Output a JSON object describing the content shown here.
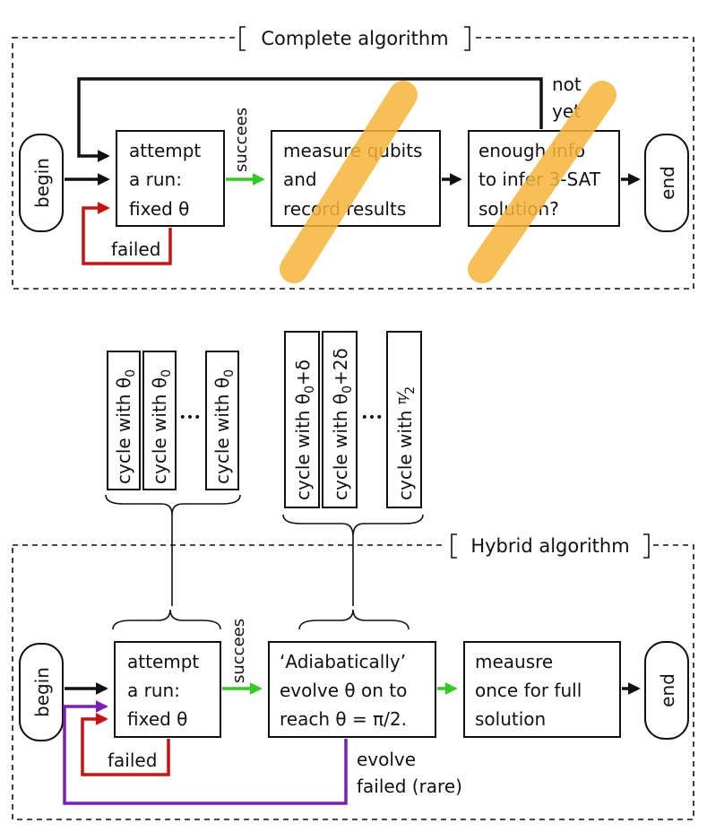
{
  "colors": {
    "ink": "#111111",
    "success": "#33cc22",
    "failed": "#cc1111",
    "evolve_failed": "#7a1fb8",
    "strike": "#f5b63a"
  },
  "top": {
    "title": "Complete algorithm",
    "begin": "begin",
    "end": "end",
    "attempt": [
      "attempt",
      "a run:",
      "fixed θ"
    ],
    "measure": [
      "measure qubits",
      "and",
      "record results"
    ],
    "enough": [
      "enough info",
      "to infer 3-SAT",
      "solution?"
    ],
    "succees": "succees",
    "failed": "failed",
    "not_yet": [
      "not",
      "yet"
    ]
  },
  "cycles_left": {
    "c1_main": "cycle with θ",
    "c1_sub": "0",
    "c2_main": "cycle with θ",
    "c2_sub": "0",
    "c3_main": "cycle with θ",
    "c3_sub": "0",
    "dots": "•••"
  },
  "cycles_right": {
    "c1_main": "cycle with θ",
    "c1_sub": "0",
    "c1_tail": "+δ",
    "c2_main": "cycle with θ",
    "c2_sub": "0",
    "c2_tail": "+2δ",
    "c3_main": "cycle with ",
    "c3_num": "π",
    "c3_den": "2",
    "dots": "•••"
  },
  "bottom": {
    "title": "Hybrid algorithm",
    "begin": "begin",
    "end": "end",
    "attempt": [
      "attempt",
      "a run:",
      "fixed θ"
    ],
    "evolve": [
      "‘Adiabatically’",
      "evolve θ on to",
      "reach θ = π/2."
    ],
    "measure": [
      "meausre",
      "once for full",
      "solution"
    ],
    "succees": "succees",
    "failed": "failed",
    "evolve_failed": [
      "evolve",
      "failed (rare)"
    ]
  }
}
